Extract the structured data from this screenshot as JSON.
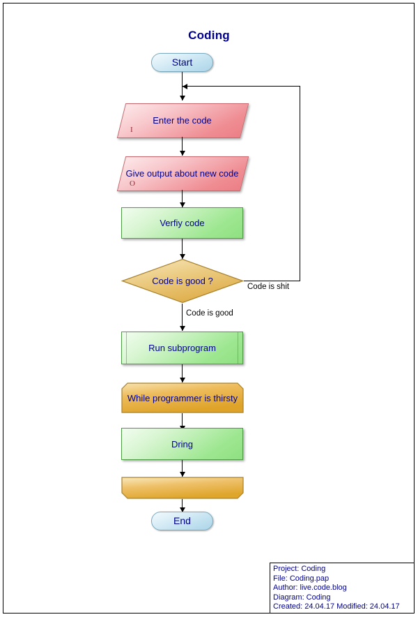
{
  "page": {
    "title": "Coding",
    "background": "#ffffff",
    "border_color": "#000000",
    "text_color": "#00008b"
  },
  "colors": {
    "terminator": "#bfe0ef",
    "process": "#9ee791",
    "io": "#ef8d93",
    "decision": "#e8bf63",
    "loop": "#e3a93a",
    "text": "#00008b",
    "connector": "#000000"
  },
  "flowchart": {
    "nodes": [
      {
        "id": "start",
        "type": "terminator",
        "label": "Start"
      },
      {
        "id": "input",
        "type": "io-input",
        "label": "Enter the code",
        "marker": "I"
      },
      {
        "id": "output",
        "type": "io-output",
        "label": "Give output about new code",
        "marker": "O"
      },
      {
        "id": "verify",
        "type": "process",
        "label": "Verfiy code"
      },
      {
        "id": "decision",
        "type": "decision",
        "label": "Code is good ?"
      },
      {
        "id": "subprogram",
        "type": "subroutine",
        "label": "Run subprogram"
      },
      {
        "id": "loopstart",
        "type": "loop-start",
        "label": "While programmer is thirsty"
      },
      {
        "id": "drink",
        "type": "process",
        "label": "Dring"
      },
      {
        "id": "loopend",
        "type": "loop-end",
        "label": ""
      },
      {
        "id": "end",
        "type": "terminator",
        "label": "End"
      }
    ],
    "edge_labels": {
      "decision_no": "Code is shit",
      "decision_yes": "Code is good"
    }
  },
  "info_box": {
    "lines": [
      "Project: Coding",
      "File: Coding.pap",
      "Author: live.code.blog",
      "Diagram: Coding",
      "Created: 24.04.17  Modified: 24.04.17"
    ]
  }
}
